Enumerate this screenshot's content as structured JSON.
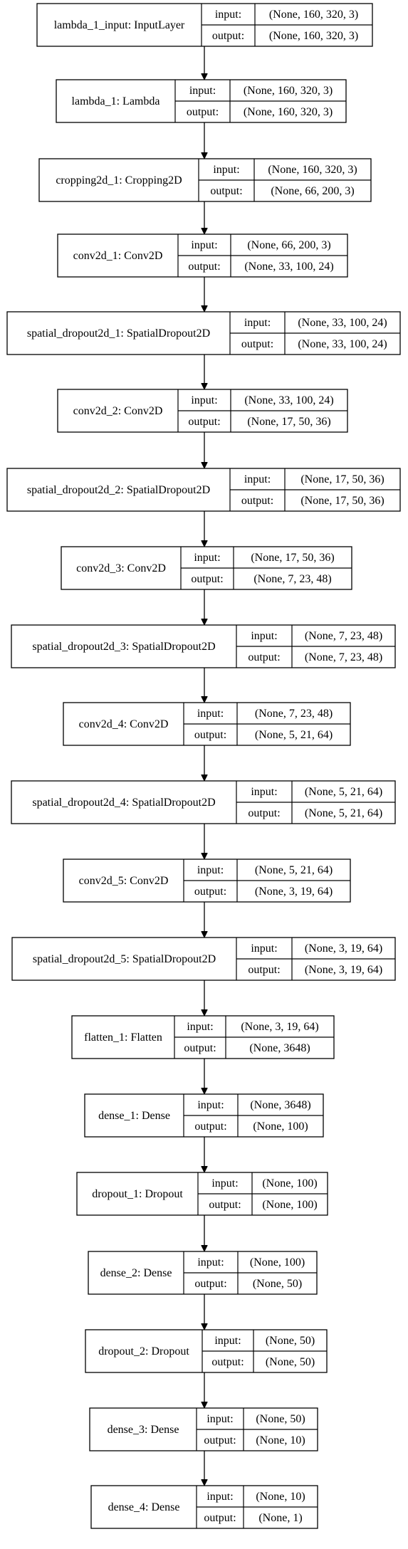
{
  "port_labels": {
    "input": "input:",
    "output": "output:"
  },
  "layers": [
    {
      "name": "lambda_1_input: InputLayer",
      "input": "(None, 160, 320, 3)",
      "output": "(None, 160, 320, 3)"
    },
    {
      "name": "lambda_1: Lambda",
      "input": "(None, 160, 320, 3)",
      "output": "(None, 160, 320, 3)"
    },
    {
      "name": "cropping2d_1: Cropping2D",
      "input": "(None, 160, 320, 3)",
      "output": "(None, 66, 200, 3)"
    },
    {
      "name": "conv2d_1: Conv2D",
      "input": "(None, 66, 200, 3)",
      "output": "(None, 33, 100, 24)"
    },
    {
      "name": "spatial_dropout2d_1: SpatialDropout2D",
      "input": "(None, 33, 100, 24)",
      "output": "(None, 33, 100, 24)"
    },
    {
      "name": "conv2d_2: Conv2D",
      "input": "(None, 33, 100, 24)",
      "output": "(None, 17, 50, 36)"
    },
    {
      "name": "spatial_dropout2d_2: SpatialDropout2D",
      "input": "(None, 17, 50, 36)",
      "output": "(None, 17, 50, 36)"
    },
    {
      "name": "conv2d_3: Conv2D",
      "input": "(None, 17, 50, 36)",
      "output": "(None, 7, 23, 48)"
    },
    {
      "name": "spatial_dropout2d_3: SpatialDropout2D",
      "input": "(None, 7, 23, 48)",
      "output": "(None, 7, 23, 48)"
    },
    {
      "name": "conv2d_4: Conv2D",
      "input": "(None, 7, 23, 48)",
      "output": "(None, 5, 21, 64)"
    },
    {
      "name": "spatial_dropout2d_4: SpatialDropout2D",
      "input": "(None, 5, 21, 64)",
      "output": "(None, 5, 21, 64)"
    },
    {
      "name": "conv2d_5: Conv2D",
      "input": "(None, 5, 21, 64)",
      "output": "(None, 3, 19, 64)"
    },
    {
      "name": "spatial_dropout2d_5: SpatialDropout2D",
      "input": "(None, 3, 19, 64)",
      "output": "(None, 3, 19, 64)"
    },
    {
      "name": "flatten_1: Flatten",
      "input": "(None, 3, 19, 64)",
      "output": "(None, 3648)"
    },
    {
      "name": "dense_1: Dense",
      "input": "(None, 3648)",
      "output": "(None, 100)"
    },
    {
      "name": "dropout_1: Dropout",
      "input": "(None, 100)",
      "output": "(None, 100)"
    },
    {
      "name": "dense_2: Dense",
      "input": "(None, 100)",
      "output": "(None, 50)"
    },
    {
      "name": "dropout_2: Dropout",
      "input": "(None, 50)",
      "output": "(None, 50)"
    },
    {
      "name": "dense_3: Dense",
      "input": "(None, 50)",
      "output": "(None, 10)"
    },
    {
      "name": "dense_4: Dense",
      "input": "(None, 10)",
      "output": "(None, 1)"
    }
  ]
}
